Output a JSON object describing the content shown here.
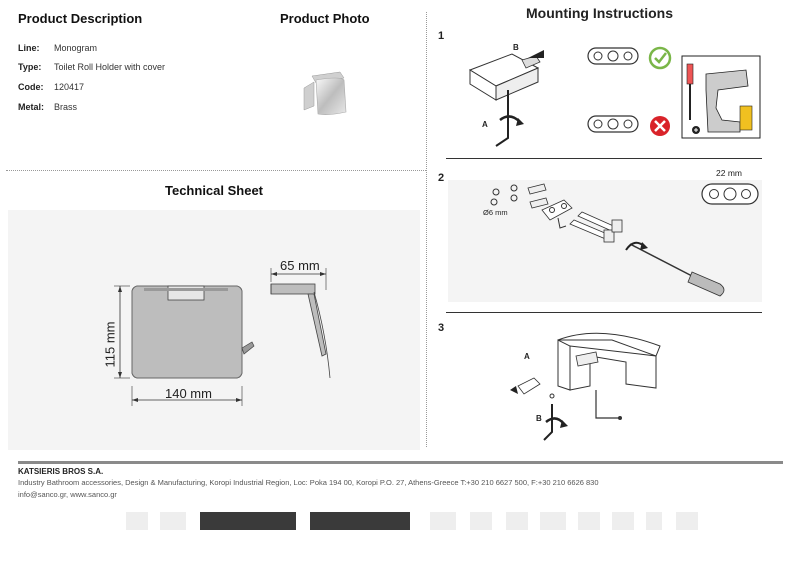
{
  "left": {
    "desc_title": "Product Description",
    "photo_title": "Product Photo",
    "tech_title": "Technical Sheet",
    "specs": [
      {
        "label": "Line:",
        "value": "Monogram"
      },
      {
        "label": "Type:",
        "value": "Toilet Roll Holder with cover"
      },
      {
        "label": "Code:",
        "value": "120417"
      },
      {
        "label": "Metal:",
        "value": "Brass"
      }
    ],
    "dims": {
      "width": "140 mm",
      "height": "115 mm",
      "depth": "65 mm"
    }
  },
  "mounting": {
    "title": "Mounting Instructions",
    "step1": "1",
    "step2": "2",
    "step3": "3",
    "label_a": "A",
    "label_b": "B",
    "spacing": "22 mm",
    "drill": "Ø6 mm"
  },
  "footer": {
    "company": "KATSIERIS BROS S.A.",
    "line1": "Industry Bathroom accessories, Design & Manufacturing, Koropi Industrial Region, Loc: Poka 194 00, Koropi P.O. 27, Athens-Greece   T:+30 210 6627 500, F:+30 210 6626 830",
    "line2": "info@sanco.gr, www.sanco.gr"
  },
  "colors": {
    "ok": "#7ab648",
    "bad": "#d9232a",
    "panel": "#f4f4f4"
  }
}
